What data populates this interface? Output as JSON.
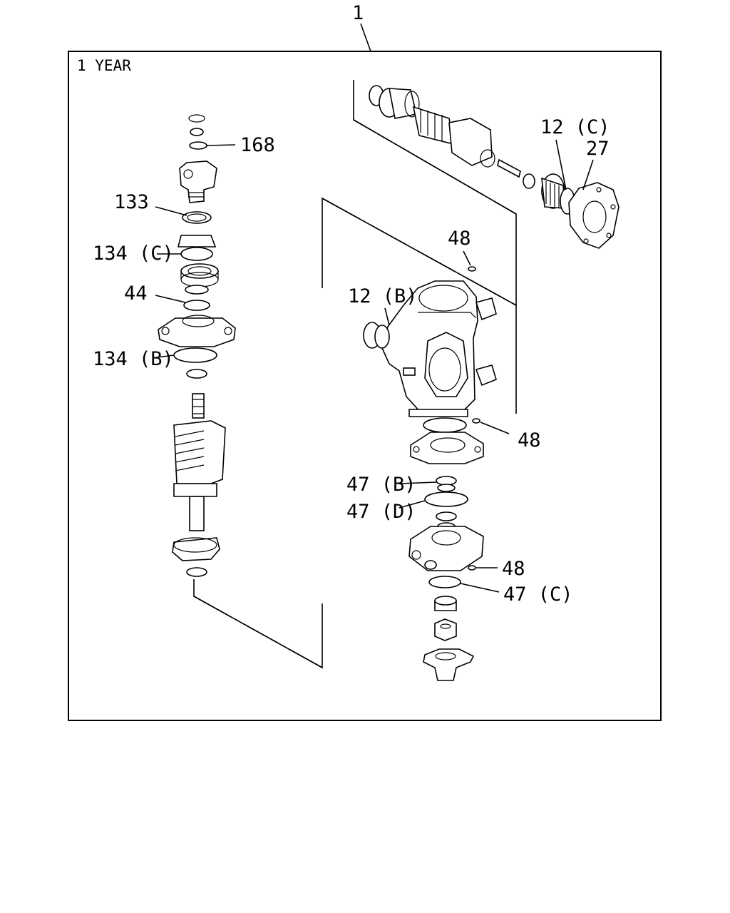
{
  "kit_number": "1",
  "box_title": "1 YEAR",
  "callouts": {
    "c168": "168",
    "c133": "133",
    "c134c": "134 (C)",
    "c44": "44",
    "c134b": "134 (B)",
    "c12c": "12 (C)",
    "c27": "27",
    "c48_top": "48",
    "c12b": "12 (B)",
    "c48_mid": "48",
    "c47b": "47 (B)",
    "c47d": "47 (D)",
    "c48_low": "48",
    "c47c": "47 (C)"
  }
}
